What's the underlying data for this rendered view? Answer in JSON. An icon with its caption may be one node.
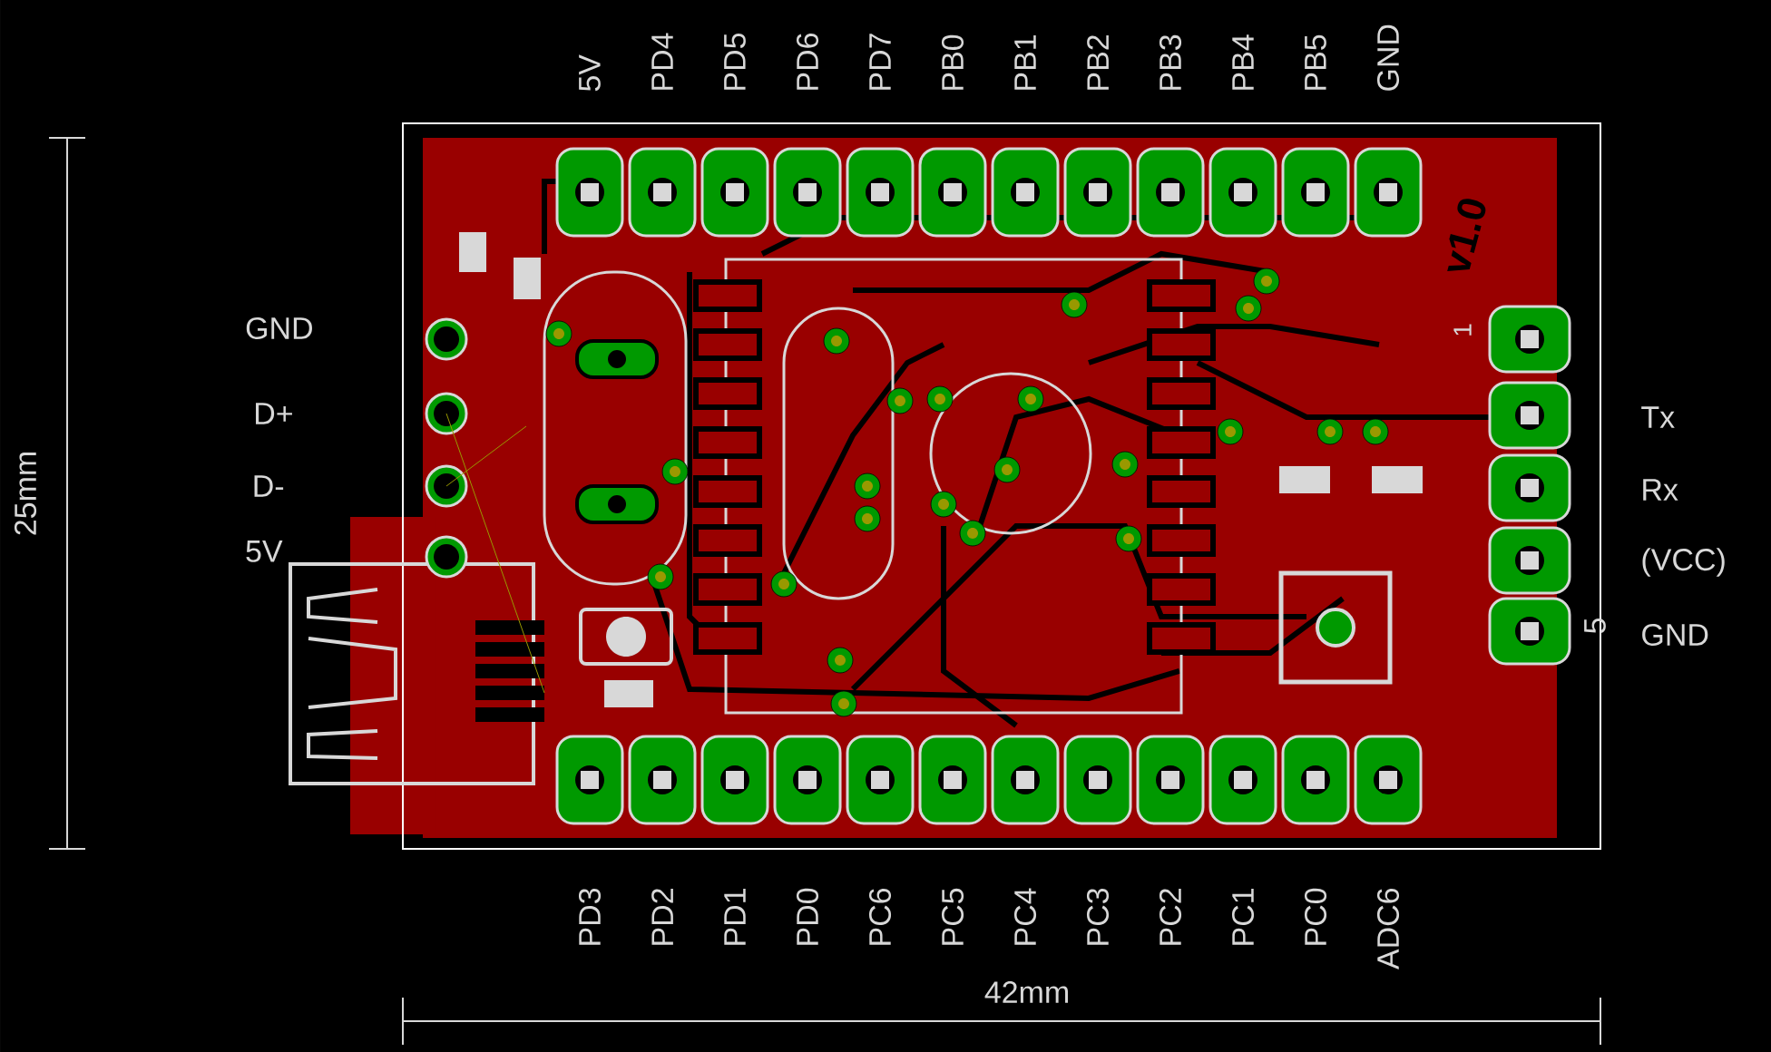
{
  "diagram": {
    "labels": [
      "5V",
      "PD4",
      "PD5",
      "PD6",
      "PD7",
      "PB0",
      "PB1",
      "PB2",
      "PB3",
      "PB4",
      "PB5",
      "GND",
      "PD3",
      "PD2",
      "PD1",
      "PD0",
      "PC6",
      "PC5",
      "PC4",
      "PC3",
      "PC2",
      "PC1",
      "PC0",
      "ADC6",
      "GND",
      "D+",
      "D-",
      "5V",
      "Tx",
      "Rx",
      "(VCC)",
      "GND",
      "25mm",
      "42mm",
      "v1.0",
      "1",
      "5"
    ]
  }
}
